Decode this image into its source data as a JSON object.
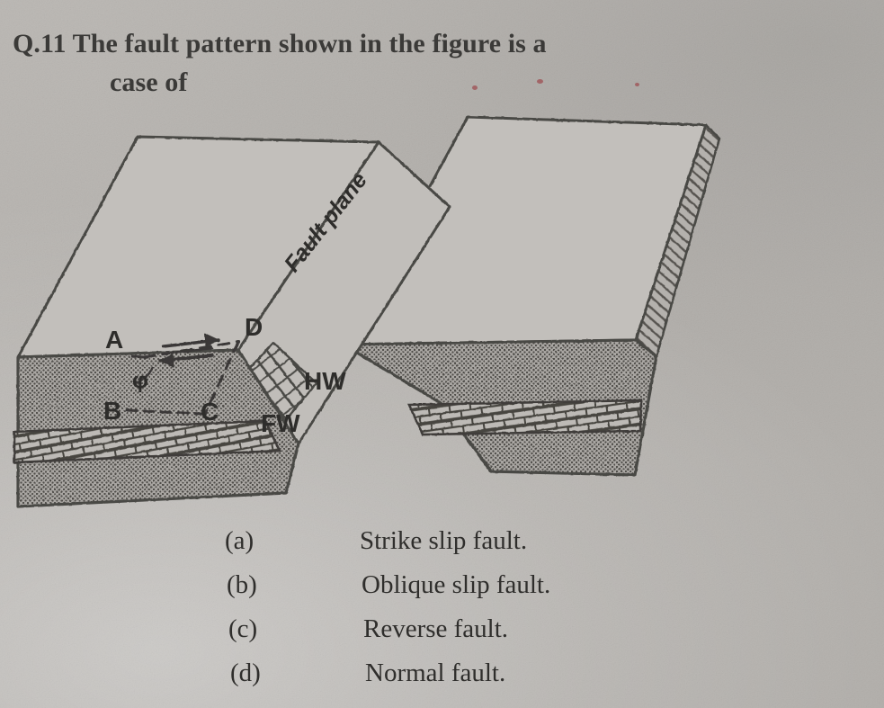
{
  "question": {
    "number": "Q.11",
    "line_1": "Q.11 The fault pattern shown in the figure is a",
    "line_2": "case of"
  },
  "figure": {
    "labels": {
      "fault_plane": "Fault plane",
      "point_a": "A",
      "point_b": "B",
      "point_c": "C",
      "point_d": "D",
      "angle_phi": "φ",
      "hanging_wall": "HW",
      "foot_wall": "FW"
    },
    "colors": {
      "ink": "#3a3937",
      "outline": "#4a4845",
      "stipple_fill": "#8d8a86",
      "top_face_fill": "#c3c0bc",
      "paper": "#b9b6b2"
    }
  },
  "options": [
    {
      "key": "(a)",
      "text": "Strike slip fault."
    },
    {
      "key": "(b)",
      "text": "Oblique slip fault."
    },
    {
      "key": "(c)",
      "text": "Reverse fault."
    },
    {
      "key": "(d)",
      "text": "Normal fault."
    }
  ]
}
